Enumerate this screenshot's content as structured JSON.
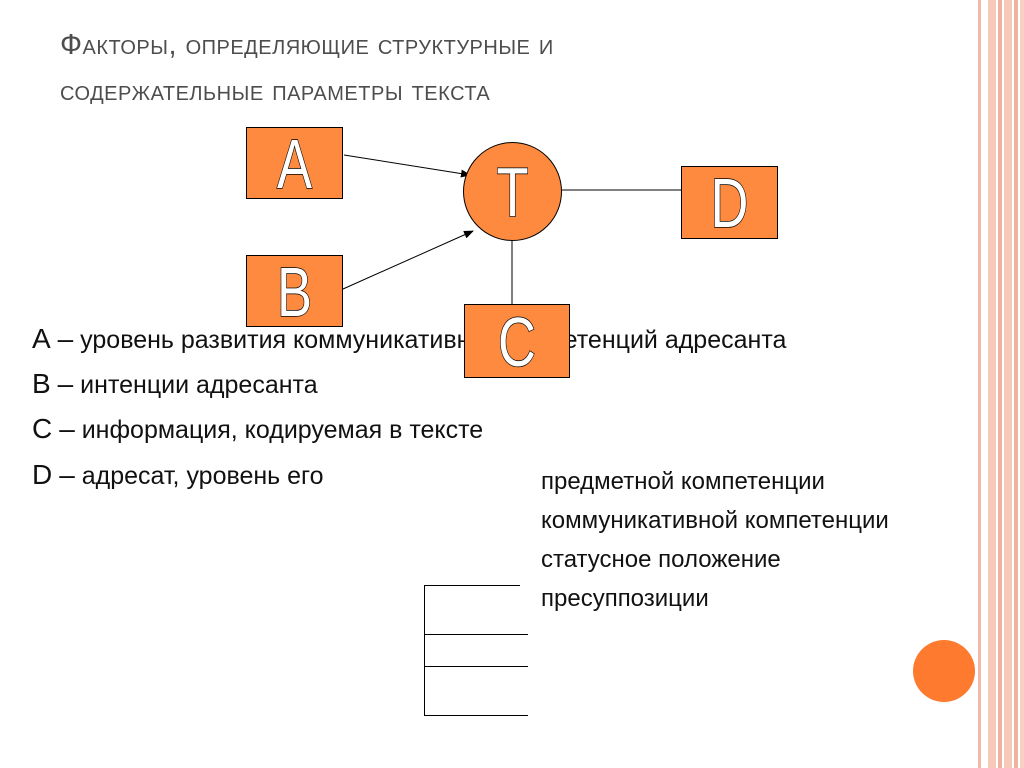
{
  "slide": {
    "title_line1": "Факторы, определяющие структурные и",
    "title_line2": "содержательные параметры текста"
  },
  "diagram": {
    "nodes": {
      "a": "A",
      "b": "B",
      "t": "T",
      "c": "C",
      "d": "D"
    }
  },
  "legend": [
    {
      "key": "A",
      "dash": "–",
      "text": "уровень развития коммуникативных компетенций адресанта"
    },
    {
      "key": "B",
      "dash": "–",
      "text": "интенции адресанта"
    },
    {
      "key": "C",
      "dash": "–",
      "text": "информация, кодируемая в тексте"
    },
    {
      "key": "D",
      "dash": "–",
      "text": "адресат, уровень его"
    }
  ],
  "addressee_params": [
    "предметной компетенции",
    "коммуникативной компетенции",
    "статусное положение",
    "пресуппозиции"
  ],
  "colors": {
    "accent": "#fd8a3e",
    "stripe_light": "#f5c8b8",
    "stripe_dark": "#e8a898"
  }
}
